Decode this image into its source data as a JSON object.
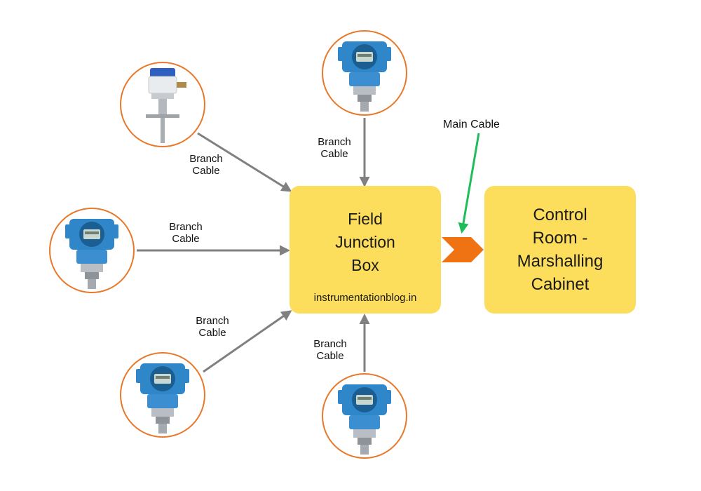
{
  "junction_box": {
    "title": "Field\nJunction\nBox",
    "website": "instrumentationblog.in"
  },
  "control_room": {
    "title": "Control\nRoom -\nMarshalling\nCabinet"
  },
  "labels": {
    "main_cable": "Main Cable",
    "branch_top": "Branch\nCable",
    "branch_upper_left": "Branch\nCable",
    "branch_left": "Branch\nCable",
    "branch_lower_left": "Branch\nCable",
    "branch_bottom": "Branch\nCable"
  },
  "instruments": [
    {
      "icon": "level-switch-icon"
    },
    {
      "icon": "pressure-transmitter-icon"
    },
    {
      "icon": "pressure-transmitter-icon"
    },
    {
      "icon": "pressure-transmitter-icon"
    },
    {
      "icon": "pressure-transmitter-icon"
    }
  ],
  "colors": {
    "box_fill": "#fddd5c",
    "circle_stroke": "#e8782a",
    "branch_arrow": "#808080",
    "main_arrow": "#1fbd5a",
    "chevron": "#ef7313",
    "transmitter_blue": "#2f86c9"
  }
}
